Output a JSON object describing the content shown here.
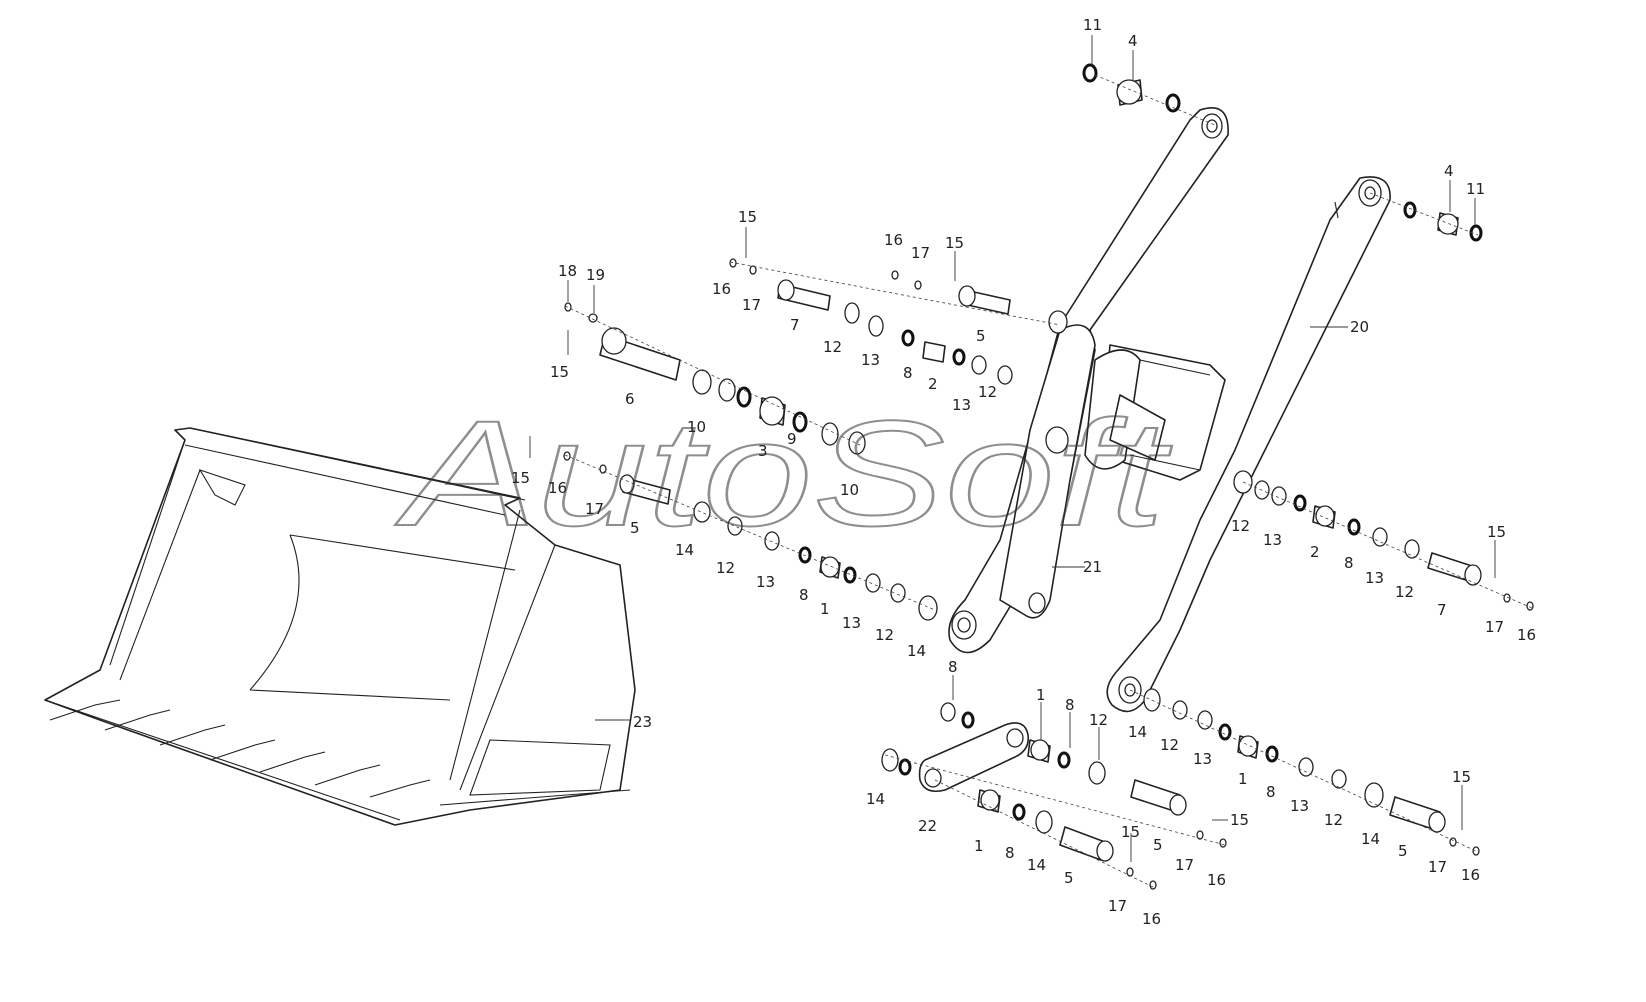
{
  "watermark": "AutoSoft",
  "colors": {
    "line": "#222222",
    "background": "#ffffff"
  },
  "callouts": {
    "c11a": "11",
    "c4a": "4",
    "c4b": "4",
    "c11b": "11",
    "c15a": "15",
    "c16a": "16",
    "c17a": "17",
    "c16b": "16",
    "c17b": "17",
    "c15b": "15",
    "c18": "18",
    "c19": "19",
    "c15c": "15",
    "c7a": "7",
    "c12a": "12",
    "c13a": "13",
    "c8a": "8",
    "c2a": "2",
    "c5a": "5",
    "c13b": "13",
    "c12b": "12",
    "c20": "20",
    "c6": "6",
    "c10a": "10",
    "c3": "3",
    "c9": "9",
    "c10b": "10",
    "c15d": "15",
    "c16c": "16",
    "c17c": "17",
    "c5b": "5",
    "c14a": "14",
    "c12c": "12",
    "c13c": "13",
    "c8b": "8",
    "c1a": "1",
    "c13d": "13",
    "c12d": "12",
    "c14b": "14",
    "c21": "21",
    "c12e": "12",
    "c13e": "13",
    "c2b": "2",
    "c8c": "8",
    "c13f": "13",
    "c12f": "12",
    "c15e": "15",
    "c7b": "7",
    "c17d": "17",
    "c16d": "16",
    "c23": "23",
    "c8d": "8",
    "c1b": "1",
    "c8e": "8",
    "c12g": "12",
    "c14c": "14",
    "c12h": "12",
    "c13g": "13",
    "c1c": "1",
    "c8f": "8",
    "c13h": "13",
    "c12i": "12",
    "c14d": "14",
    "c15f": "15",
    "c5c": "5",
    "c17e": "17",
    "c16e": "16",
    "c14e": "14",
    "c22": "22",
    "c1d": "1",
    "c8g": "8",
    "c14f": "14",
    "c5d": "5",
    "c15g": "15",
    "c5e": "5",
    "c17f": "17",
    "c16f": "16",
    "c15h": "15",
    "c17g": "17",
    "c16g": "16"
  }
}
